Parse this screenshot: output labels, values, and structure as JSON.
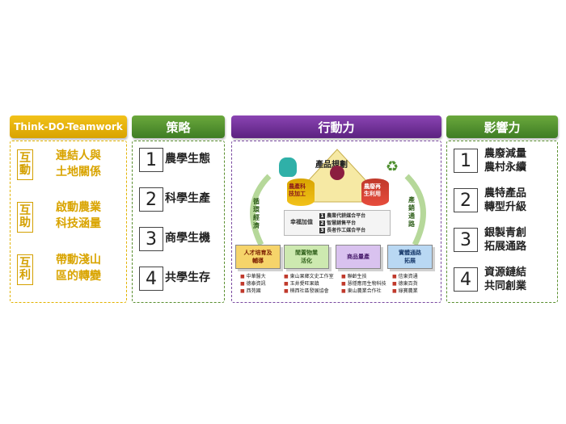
{
  "panels": {
    "p1": {
      "header": "Think-DO-Teamwork",
      "rows": [
        {
          "tag": "互\n動",
          "text": "連結人與\n土地關係"
        },
        {
          "tag": "互\n助",
          "text": "啟動農業\n科技涵量"
        },
        {
          "tag": "互\n利",
          "text": "帶動淺山\n區的轉變"
        }
      ]
    },
    "p2": {
      "header": "策略",
      "rows": [
        {
          "num": "1",
          "text": "農學生態"
        },
        {
          "num": "2",
          "text": "科學生產"
        },
        {
          "num": "3",
          "text": "商學生機"
        },
        {
          "num": "4",
          "text": "共學生存"
        }
      ]
    },
    "p3": {
      "header": "行動力",
      "center": "產品規劃",
      "left_label": "農產科\n技加工",
      "right_label": "農廢再\n生利用",
      "left_arrow": "循\n環\n經\n濟",
      "right_arrow": "產\n銷\n通\n路",
      "platform_title": "幸福加值",
      "platforms": [
        {
          "num": "1",
          "text": "農業代耕媒合平台"
        },
        {
          "num": "2",
          "text": "智慧銷售平台"
        },
        {
          "num": "3",
          "text": "長者作工媒合平台"
        }
      ],
      "cards": [
        {
          "title": "人才培育及\n輔導",
          "items": [
            "中華醫大",
            "德泰資訊",
            "西苑國"
          ]
        },
        {
          "title": "閒置物業\n活化",
          "items": [
            "東山果鄉文史工作室",
            "玉井愛旺果鎮",
            "楠西社區發展協會"
          ]
        },
        {
          "title": "商品量產",
          "items": [
            "聯齡生技",
            "慧穩應用生物科技",
            "東山農業合作社"
          ]
        },
        {
          "title": "實體通路\n拓展",
          "items": [
            "信東資通",
            "德東百貨",
            "綠寶農業"
          ]
        }
      ]
    },
    "p4": {
      "header": "影響力",
      "rows": [
        {
          "num": "1",
          "text": "農廢減量\n農村永續"
        },
        {
          "num": "2",
          "text": "農特產品\n轉型升級"
        },
        {
          "num": "3",
          "text": "銀製青創\n拓展通路"
        },
        {
          "num": "4",
          "text": "資源鏈結\n共同創業"
        }
      ]
    }
  },
  "colors": {
    "yellow": "#e9b500",
    "green": "#4e8f2f",
    "purple": "#6b2c91",
    "greenBorder": "#5a8f2f",
    "purpleBorder": "#7a4aa0",
    "yellowBorder": "#e2b300"
  }
}
